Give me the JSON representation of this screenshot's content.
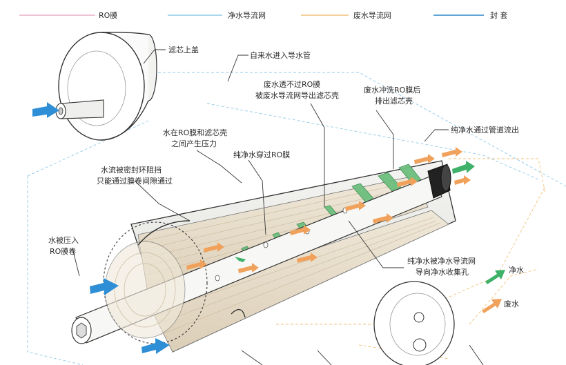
{
  "legend": [
    {
      "label": "RO膜",
      "color": "#e9b0c8"
    },
    {
      "label": "净水导流网",
      "color": "#8fc9e8"
    },
    {
      "label": "废水导流网",
      "color": "#f2c27a"
    },
    {
      "label": "封 套",
      "color": "#2f86c8"
    }
  ],
  "callouts": {
    "cap": "滤芯上盖",
    "inlet": "自来水进入导水管",
    "waste_blocked": [
      "废水透不过RO膜",
      "被废水导流网导出滤芯壳"
    ],
    "waste_flush": [
      "废水冲洗RO膜后",
      "排出滤芯壳"
    ],
    "pure_out": "纯净水通过管道流出",
    "pressure": [
      "水在RO膜和滤芯壳",
      "之间产生压力"
    ],
    "pure_through": "纯净水穿过RO膜",
    "seal_ring": [
      "水流被密封环阻挡",
      "只能通过膜卷间隙通过"
    ],
    "pressed": [
      "水被压入",
      "RO膜卷"
    ],
    "collect": [
      "纯净水被净水导流网",
      "导向净水收集孔"
    ]
  },
  "flow_legend": {
    "pure": "净水",
    "waste": "废水"
  },
  "colors": {
    "pure_arrow": "#3fb16a",
    "waste_arrow": "#f0a25c",
    "feed_arrow": "#2f8fd6",
    "dashed": "#8fc9e8",
    "dashed_waste": "#f2c27a"
  }
}
